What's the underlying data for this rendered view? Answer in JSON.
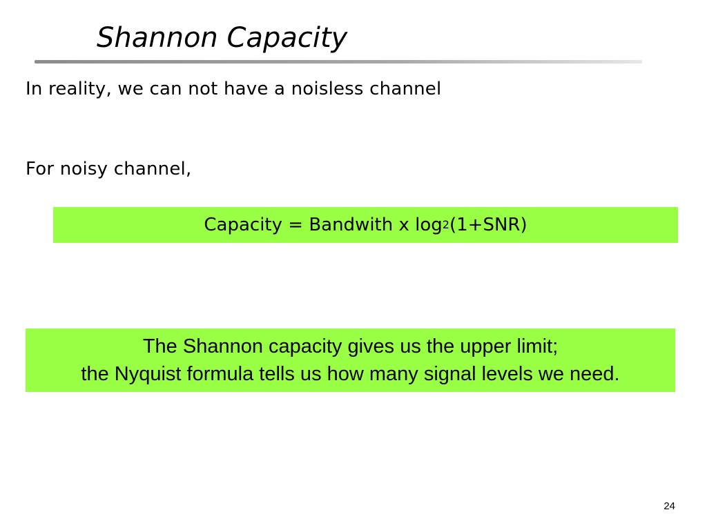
{
  "slide": {
    "title": "Shannon Capacity",
    "line1": "In reality, we can not have a noisless channel",
    "line2": "For noisy channel,",
    "formula": {
      "prefix": "Capacity = Bandwith x log",
      "subscript": "2",
      "suffix": "(1+SNR)"
    },
    "note": {
      "line1": "The Shannon capacity gives us the upper limit;",
      "line2": "the Nyquist formula tells us how many signal levels we need."
    },
    "page_number": "24"
  },
  "colors": {
    "highlight": "#99ff44",
    "text": "#000000",
    "background": "#ffffff"
  }
}
